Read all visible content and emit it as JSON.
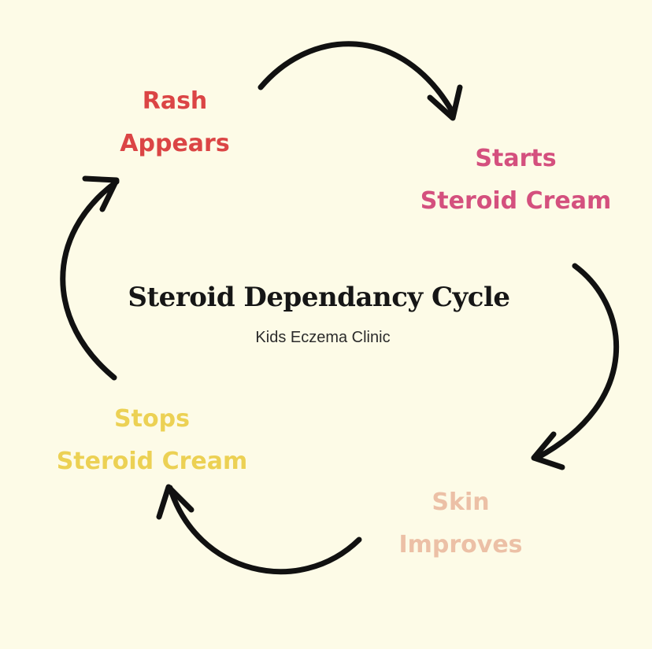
{
  "diagram": {
    "title": "Steroid Dependancy Cycle",
    "subtitle": "Kids Eczema Clinic",
    "background_color": "#fdfbe7",
    "arrow_color": "#111111",
    "flow_direction": "clockwise",
    "stages": [
      {
        "id": "rash-appears",
        "lines": [
          "Rash",
          "Appears"
        ],
        "color": "#db4545"
      },
      {
        "id": "starts-steroid-cream",
        "lines": [
          "Starts",
          "Steroid Cream"
        ],
        "color": "#d4507e"
      },
      {
        "id": "skin-improves",
        "lines": [
          "Skin",
          "Improves"
        ],
        "color": "#ecc0a6"
      },
      {
        "id": "stops-steroid-cream",
        "lines": [
          "Stops",
          "Steroid Cream"
        ],
        "color": "#ecd154"
      }
    ],
    "arrows": [
      {
        "from": "rash-appears",
        "to": "starts-steroid-cream"
      },
      {
        "from": "starts-steroid-cream",
        "to": "skin-improves"
      },
      {
        "from": "skin-improves",
        "to": "stops-steroid-cream"
      },
      {
        "from": "stops-steroid-cream",
        "to": "rash-appears"
      }
    ]
  }
}
